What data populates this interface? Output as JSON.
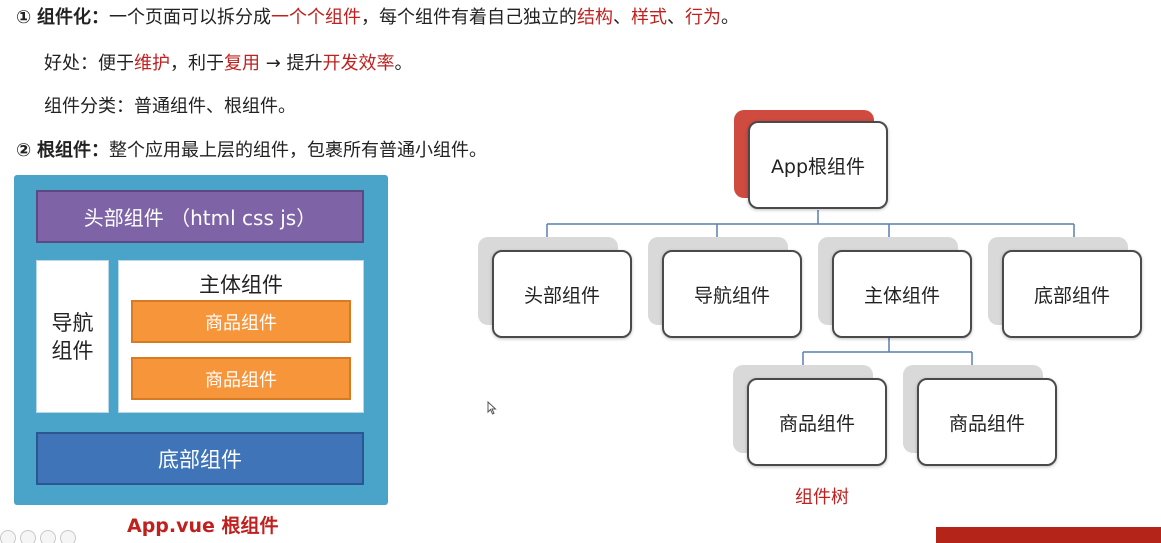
{
  "lines": {
    "l1": {
      "mark": "①",
      "term": "组件化：",
      "text1": "一个页面可以拆分成",
      "red1": "一个个组件",
      "text2": "，每个组件有着自己独立的",
      "red2": "结构",
      "sep1": "、",
      "red3": "样式",
      "sep2": "、",
      "red4": "行为",
      "end": "。"
    },
    "l2": {
      "text1": "好处：便于",
      "red1": "维护",
      "text2": "，利于",
      "red2": "复用",
      "text3": " → 提升",
      "red3": "开发效率",
      "end": "。"
    },
    "l3": {
      "text": "组件分类：普通组件、根组件。"
    },
    "l4": {
      "mark": "②",
      "term": "根组件：",
      "text": "整个应用最上层的组件，包裹所有普通小组件。"
    }
  },
  "diagram": {
    "header": "头部组件 （html css js）",
    "nav_line1": "导航",
    "nav_line2": "组件",
    "main_title": "主体组件",
    "product1": "商品组件",
    "product2": "商品组件",
    "footer": "底部组件",
    "caption": "App.vue 根组件"
  },
  "tree": {
    "root": "App根组件",
    "children": [
      "头部组件",
      "导航组件",
      "主体组件",
      "底部组件"
    ],
    "grandchildren": [
      "商品组件",
      "商品组件"
    ],
    "label": "组件树"
  },
  "colors": {
    "accent_red": "#c0211f",
    "app_blue": "#4aa3c9",
    "header_purple": "#7e64a6",
    "product_orange": "#f7953b",
    "footer_blue": "#3f74b8",
    "tree_line": "#5a7fb0"
  },
  "icons": {
    "cursor": "cursor-icon"
  }
}
